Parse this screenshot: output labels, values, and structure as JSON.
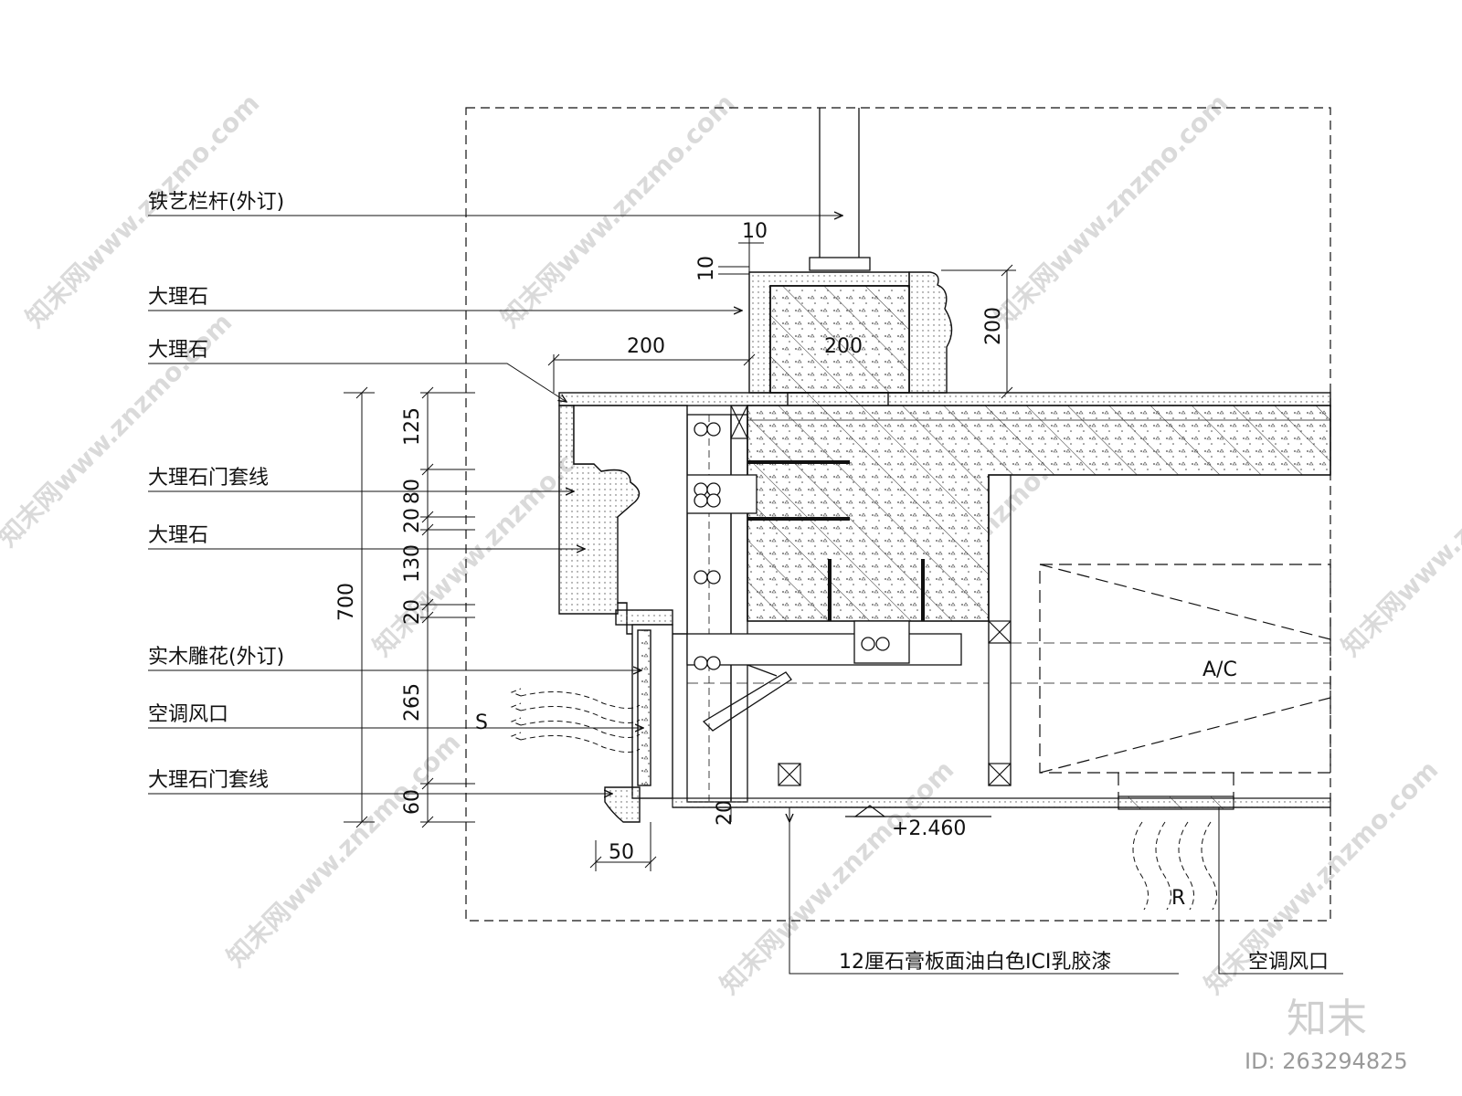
{
  "callouts": [
    "铁艺栏杆(外订)",
    "大理石",
    "大理石",
    "大理石门套线",
    "大理石",
    "实木雕花(外订)",
    "空调风口",
    "大理石门套线"
  ],
  "dimensions": {
    "top_10_h": "10",
    "top_10_v": "10",
    "rail_200_w": "200",
    "rail_200_mid": "200",
    "rail_200_h": "200",
    "left_125": "125",
    "left_80": "80",
    "left_20a": "20",
    "left_130": "130",
    "left_20b": "20",
    "left_265": "265",
    "left_60": "60",
    "overall_700": "700",
    "bottom_50": "50",
    "ceiling_20": "20"
  },
  "labels": {
    "ac": "A/C",
    "supply": "S",
    "return": "R",
    "elevation": "+2.460"
  },
  "bottom_notes": {
    "gypsum": "12厘石膏板面油白色ICI乳胶漆",
    "ac_vent": "空调风口"
  },
  "watermarks": {
    "site": "知末网www.znzmo.com",
    "brand": "知末",
    "id": "ID: 263294825"
  }
}
